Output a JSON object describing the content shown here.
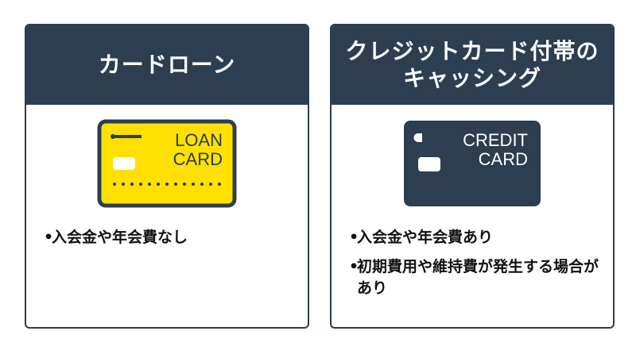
{
  "left": {
    "title": "カードローン",
    "card": {
      "line1": "LOAN",
      "line2": "CARD",
      "colors": {
        "body": "#ffe000",
        "border": "#2c3e50",
        "text": "#2c3e50",
        "chip": "#ffffff"
      }
    },
    "bullets": [
      {
        "mark": "•",
        "text": "入会金や年会費なし"
      }
    ]
  },
  "right": {
    "title_line1": "クレジットカード付帯の",
    "title_line2": "キャッシング",
    "card": {
      "line1": "CREDIT",
      "line2": "CARD",
      "colors": {
        "body": "#2c3e50",
        "text": "#ffffff",
        "chip": "#ffffff"
      }
    },
    "bullets": [
      {
        "mark": "•",
        "text": "入会金や年会費あり"
      },
      {
        "mark": "•",
        "text": "初期費用や維持費が発生する場合があり"
      }
    ]
  },
  "colors": {
    "navy": "#2c3e50",
    "white": "#ffffff"
  }
}
